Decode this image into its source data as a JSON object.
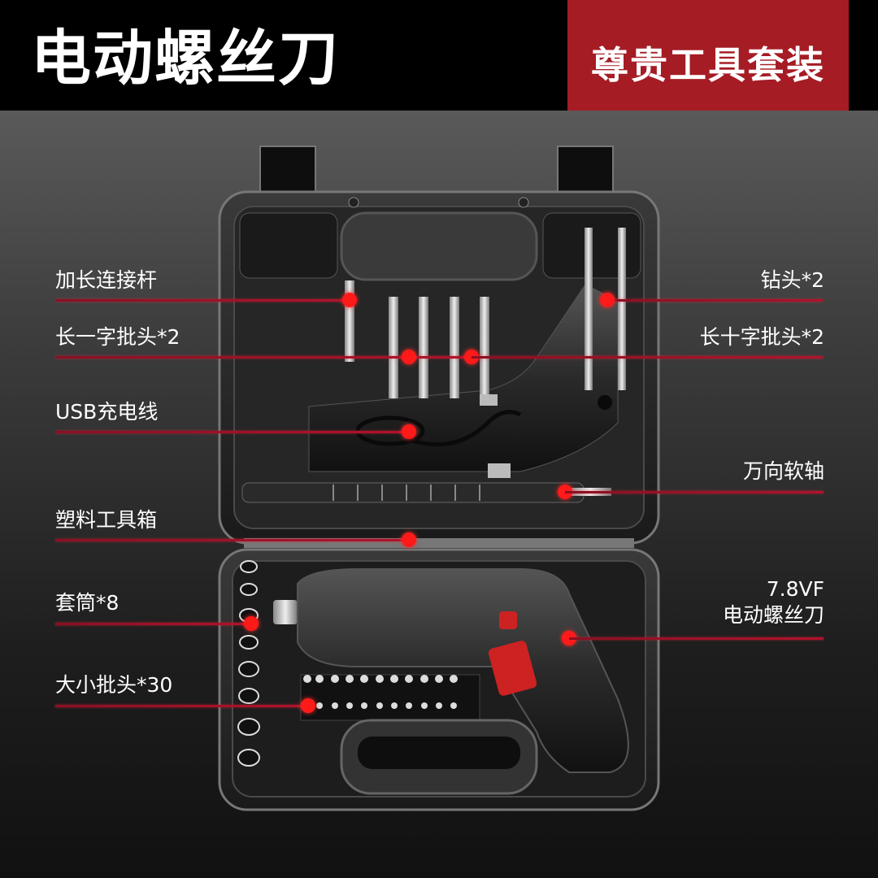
{
  "header": {
    "title": "电动螺丝刀",
    "badge": "尊贵工具套装"
  },
  "colors": {
    "accent": "#a51c24",
    "callout_line": "#b0132c",
    "callout_dot": "#ff1a1a",
    "text": "#ffffff"
  },
  "callouts": {
    "left": [
      {
        "label": "加长连接杆"
      },
      {
        "label": "长一字批头*2"
      },
      {
        "label": "USB充电线"
      },
      {
        "label": "塑料工具箱"
      },
      {
        "label": "套筒*8"
      },
      {
        "label": "大小批头*30"
      }
    ],
    "right": [
      {
        "label": "钻头*2"
      },
      {
        "label": "长十字批头*2"
      },
      {
        "label": "万向软轴"
      },
      {
        "label_line1": "7.8VF",
        "label_line2": "电动螺丝刀"
      }
    ]
  }
}
